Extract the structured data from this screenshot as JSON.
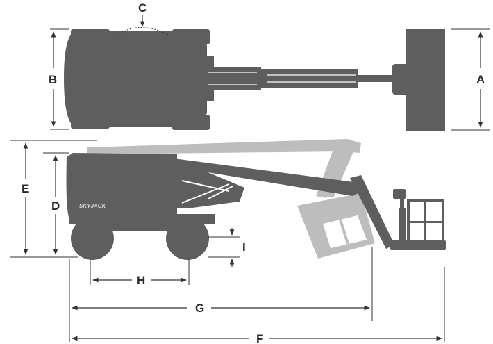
{
  "labels": {
    "a": "A",
    "b": "B",
    "c": "C",
    "d": "D",
    "e": "E",
    "f": "F",
    "g": "G",
    "h": "H",
    "i": "I"
  },
  "logo": "SKYJACK",
  "colors": {
    "machine_dark": "#5e5e5e",
    "machine_stowed_light": "#bdbdbd",
    "dimension_lines": "#333333"
  }
}
